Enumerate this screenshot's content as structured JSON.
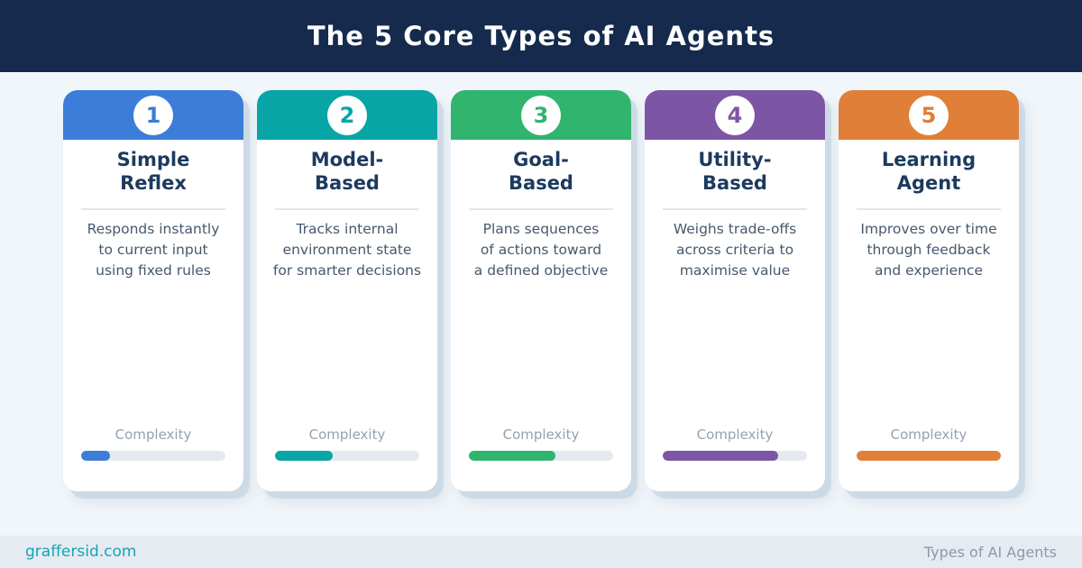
{
  "header": {
    "title": "The 5 Core Types of AI Agents",
    "bg_color": "#152a4c"
  },
  "cards": [
    {
      "number": "1",
      "title": "Simple\nReflex",
      "description": "Responds instantly\nto current input\nusing fixed rules",
      "color": "#3b7dd8",
      "complexity_label": "Complexity",
      "complexity_percent": 20
    },
    {
      "number": "2",
      "title": "Model-\nBased",
      "description": "Tracks internal\nenvironment state\nfor smarter decisions",
      "color": "#07a5a6",
      "complexity_label": "Complexity",
      "complexity_percent": 40
    },
    {
      "number": "3",
      "title": "Goal-\nBased",
      "description": "Plans sequences\nof actions toward\na defined objective",
      "color": "#31b46e",
      "complexity_label": "Complexity",
      "complexity_percent": 60
    },
    {
      "number": "4",
      "title": "Utility-\nBased",
      "description": "Weighs trade-offs\nacross criteria to\nmaximise value",
      "color": "#7d55a5",
      "complexity_label": "Complexity",
      "complexity_percent": 80
    },
    {
      "number": "5",
      "title": "Learning\nAgent",
      "description": "Improves over time\nthrough feedback\nand experience",
      "color": "#e07f38",
      "complexity_label": "Complexity",
      "complexity_percent": 100
    }
  ],
  "footer": {
    "site": "graffersid.com",
    "caption": "Types of AI Agents"
  }
}
